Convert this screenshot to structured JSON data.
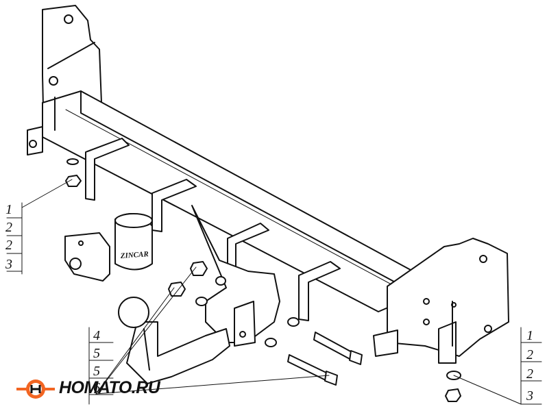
{
  "callouts": {
    "left": [
      "1",
      "2",
      "2",
      "3"
    ],
    "right": [
      "1",
      "2",
      "2",
      "3"
    ],
    "bottom": [
      "4",
      "5",
      "5",
      "6"
    ]
  },
  "ball_cap_text": "ZINCAR",
  "watermark": {
    "text_main": "HOMATO.RU",
    "accent_color": "#f26522",
    "icon": "tow-hitch-logo-icon"
  },
  "colors": {
    "line": "#111111",
    "background": "#ffffff"
  }
}
